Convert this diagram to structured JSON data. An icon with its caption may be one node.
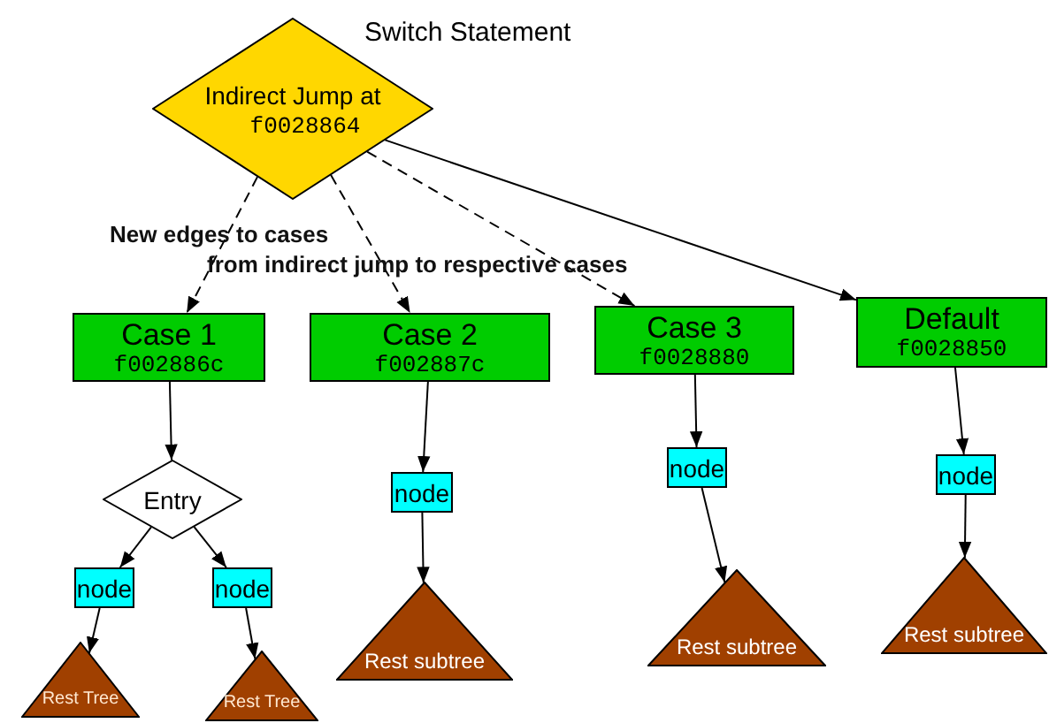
{
  "diagram": {
    "title": "Switch Statement",
    "nodes": [
      {
        "text": [
          "Indirect Jump at",
          "f0028864"
        ]
      },
      {
        "text": [
          "Case 1",
          "f002886c"
        ]
      },
      {
        "text": [
          "Case 2",
          "f002887c"
        ]
      },
      {
        "text": [
          "Case 3",
          "f0028880"
        ]
      },
      {
        "text": [
          "Default",
          "f0028850"
        ]
      },
      {
        "text": [
          "Entry"
        ]
      },
      {
        "text": [
          "node"
        ]
      },
      {
        "text": [
          "node"
        ]
      },
      {
        "text": [
          "node"
        ]
      },
      {
        "text": [
          "node"
        ]
      },
      {
        "text": [
          "node"
        ]
      },
      {
        "text": [
          "Rest Tree"
        ]
      },
      {
        "text": [
          "Rest Tree"
        ]
      },
      {
        "text": [
          "Rest subtree"
        ]
      },
      {
        "text": [
          "Rest subtree"
        ]
      },
      {
        "text": [
          "Rest subtree"
        ]
      }
    ],
    "edges": [
      {
        "from": 0,
        "to": 1,
        "arrow": "to",
        "style": "dashed"
      },
      {
        "from": 0,
        "to": 2,
        "arrow": "to",
        "style": "dashed"
      },
      {
        "from": 0,
        "to": 3,
        "arrow": "to",
        "style": "dashed"
      },
      {
        "from": 0,
        "to": 4,
        "arrow": "to"
      },
      {
        "from": 1,
        "to": 5,
        "arrow": "to"
      },
      {
        "from": 5,
        "to": 6,
        "arrow": "to"
      },
      {
        "from": 5,
        "to": 7,
        "arrow": "to"
      },
      {
        "from": 6,
        "to": 11,
        "arrow": "to"
      },
      {
        "from": 7,
        "to": 12,
        "arrow": "to"
      },
      {
        "from": 2,
        "to": 8,
        "arrow": "to"
      },
      {
        "from": 8,
        "to": 13,
        "arrow": "to"
      },
      {
        "from": 3,
        "to": 9,
        "arrow": "to"
      },
      {
        "from": 9,
        "to": 14,
        "arrow": "to"
      },
      {
        "from": 4,
        "to": 10,
        "arrow": "to"
      },
      {
        "from": 10,
        "to": 15,
        "arrow": "to"
      }
    ],
    "labels": [
      "New edges to cases",
      "from indirect jump to respective cases"
    ]
  }
}
